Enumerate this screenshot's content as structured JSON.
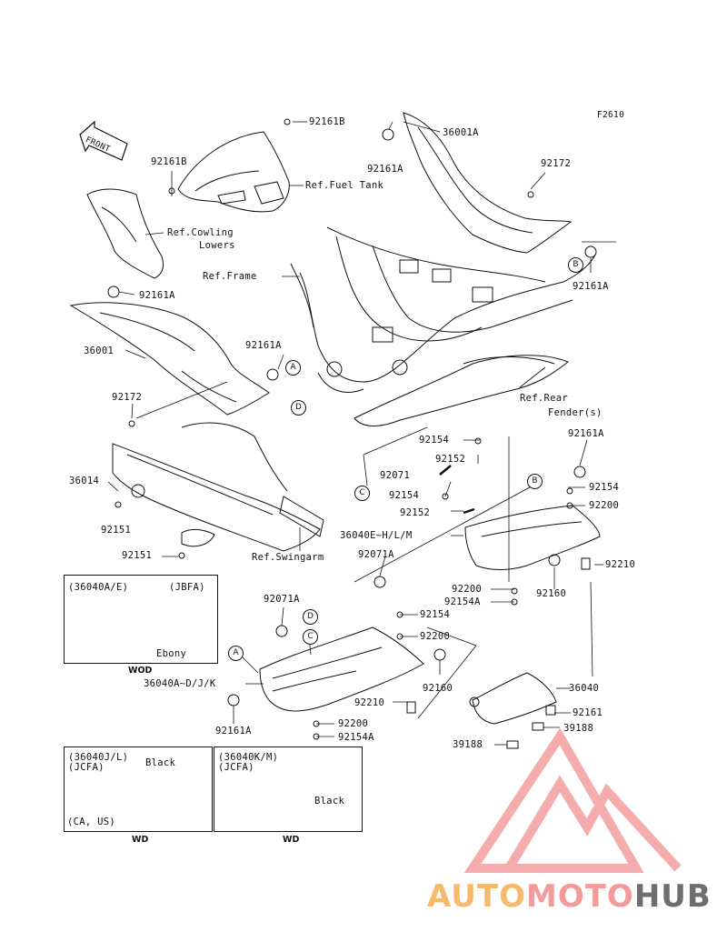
{
  "figure_code": "F2610",
  "front_label": "FRONT",
  "callout_letters": {
    "a": "A",
    "b": "B",
    "c": "C",
    "d": "D"
  },
  "labels": {
    "p92161B_top": "92161B",
    "p36001A": "36001A",
    "p92161A_top": "92161A",
    "p92172_top": "92172",
    "p92161B_left": "92161B",
    "ref_fuel_tank": "Ref.Fuel Tank",
    "ref_cowling": "Ref.Cowling",
    "lowers": "Lowers",
    "ref_frame": "Ref.Frame",
    "p92161A_left": "92161A",
    "p92161A_right": "92161A",
    "p36001": "36001",
    "p92161A_mid": "92161A",
    "p92172_left": "92172",
    "ref_rear": "Ref.Rear",
    "fender": "Fender(s)",
    "p92161A_r2": "92161A",
    "p92154_a": "92154",
    "p92152_a": "92152",
    "p92071": "92071",
    "p36014": "36014",
    "p92154_b": "92154",
    "p92154_r": "92154",
    "p92200_r": "92200",
    "p92152_b": "92152",
    "p92151_a": "92151",
    "p36040E": "36040E~H/L/M",
    "p92151_b": "92151",
    "ref_swingarm": "Ref.Swingarm",
    "p92071A_a": "92071A",
    "p92210_r": "92210",
    "p92200_b": "92200",
    "p92154A_a": "92154A",
    "p92160_r": "92160",
    "p92071A_b": "92071A",
    "p92154_c": "92154",
    "p92200_c": "92200",
    "p36040A": "36040A~D/J/K",
    "p92160_b": "92160",
    "p36040": "36040",
    "p92210_b": "92210",
    "p92161A_bot": "92161A",
    "p92200_d": "92200",
    "p92154A_b": "92154A",
    "p92161": "92161",
    "p39188_a": "39188",
    "p39188_b": "39188"
  },
  "insets": {
    "wod": {
      "code": "(36040A/E)",
      "model": "(JBFA)",
      "color": "Ebony",
      "caption": "WOD"
    },
    "wd1": {
      "code": "(36040J/L)",
      "model": "(JCFA)",
      "color": "Black",
      "region": "(CA, US)",
      "caption": "WD"
    },
    "wd2": {
      "code": "(36040K/M)",
      "model": "(JCFA)",
      "color": "Black",
      "caption": "WD"
    }
  },
  "watermark": {
    "part1": "AUTO",
    "part2": "MOTO",
    "part3": "HUB"
  },
  "colors": {
    "line": "#111111",
    "logo_red": "#f08a8a",
    "logo_orange": "#f7b96c",
    "logo_gray": "#6e6e6e"
  }
}
